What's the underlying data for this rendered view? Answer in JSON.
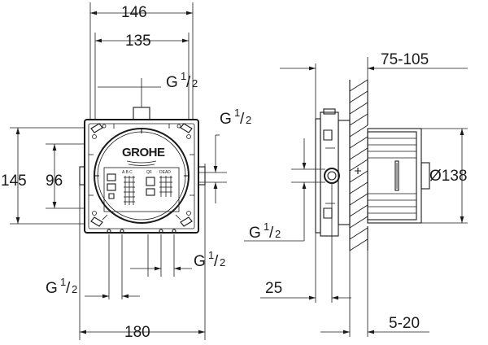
{
  "dimensions": {
    "front_width_outer": "146",
    "front_width_inner": "135",
    "front_height_outer": "145",
    "front_height_inner": "96",
    "bottom_width": "180",
    "side_depth_range": "75-105",
    "side_diameter": "Ø138",
    "side_offset": "25",
    "side_wall_range": "5-20"
  },
  "threads": {
    "base": "G",
    "numerator": "1",
    "slash": "/",
    "denominator": "2"
  },
  "brand": {
    "logo_text": "GROHE"
  },
  "panel_labels": {
    "letters": "A B C",
    "left_code": "QF",
    "right_code": "DEAD"
  }
}
